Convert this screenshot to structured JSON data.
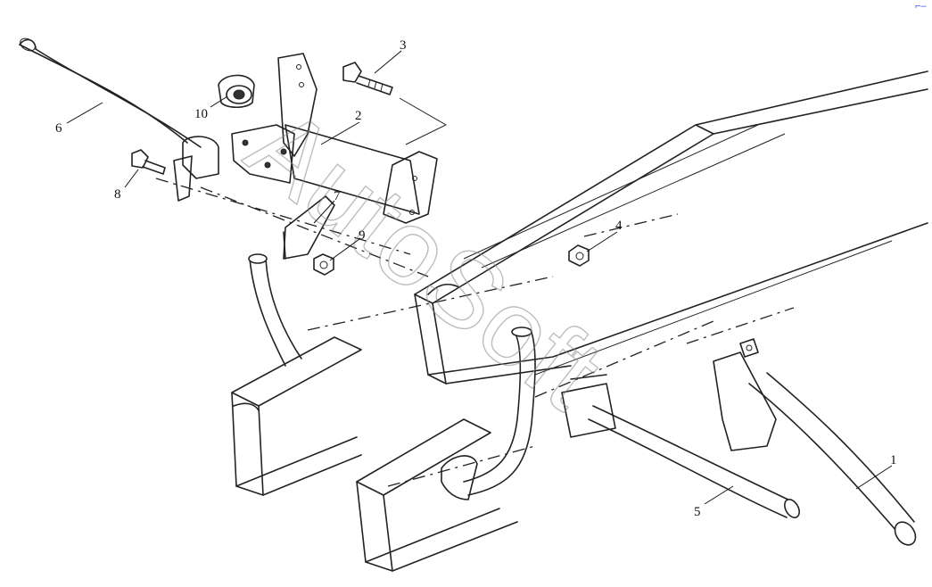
{
  "diagram": {
    "callouts": [
      "1",
      "2",
      "3",
      "4",
      "5",
      "6",
      "7",
      "8",
      "9",
      "10"
    ],
    "watermark": "AutoSoft"
  },
  "colors": {
    "line": "#222222",
    "background": "#ffffff",
    "watermark": "#888888",
    "corner_mark": "#3b5bdb"
  }
}
